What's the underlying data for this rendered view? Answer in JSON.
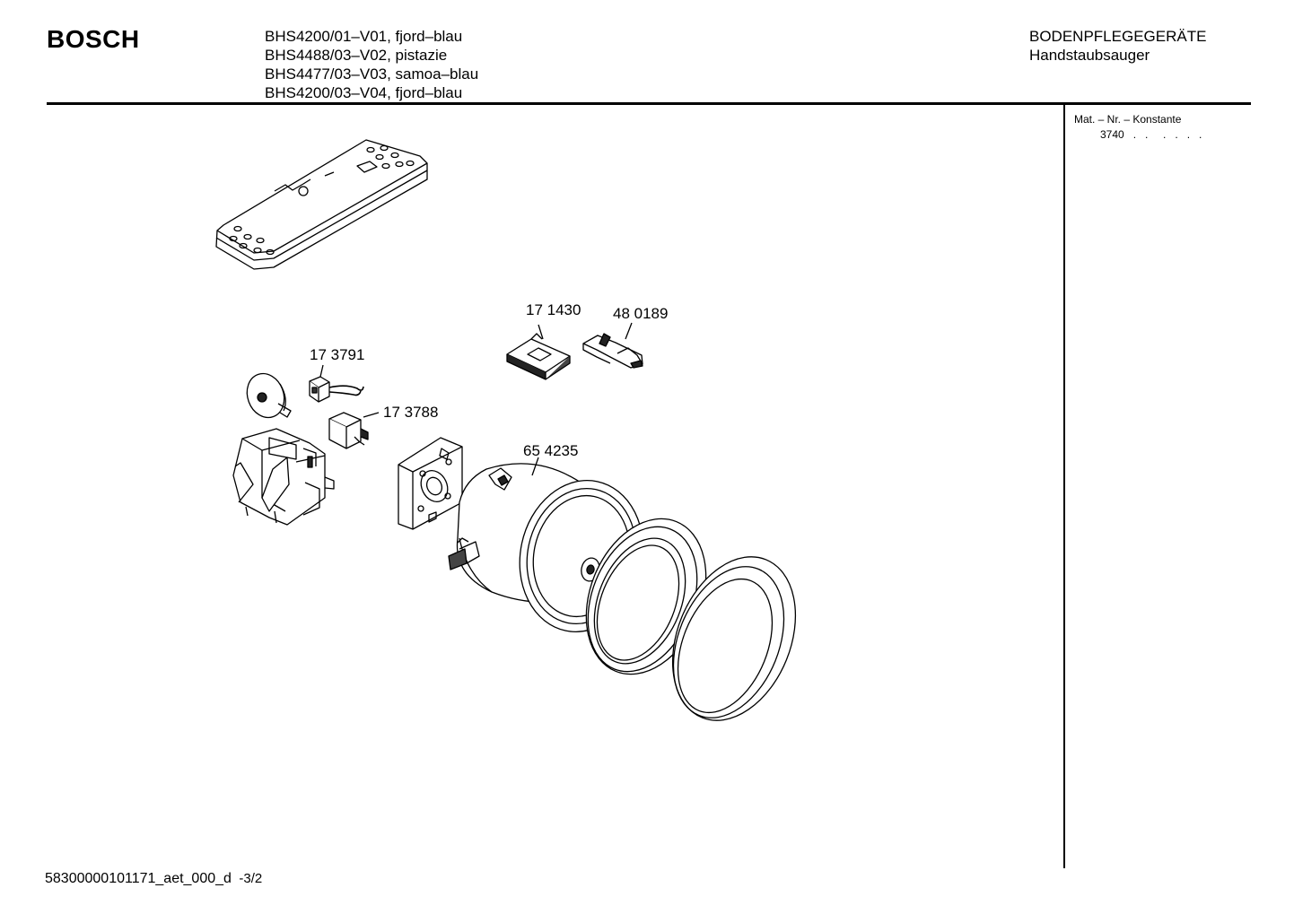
{
  "header": {
    "brand": "BOSCH",
    "models": [
      "BHS4200/01–V01, fjord–blau",
      "BHS4488/03–V02, pistazie",
      "BHS4477/03–V03, samoa–blau",
      "BHS4200/03–V04, fjord–blau"
    ],
    "category": "BODENPFLEGEGERÄTE",
    "subcategory": "Handstaubsauger"
  },
  "sidebar": {
    "mat_label": "Mat. – Nr. – Konstante",
    "mat_value": "3740   .   .     .   .   .   ."
  },
  "parts": [
    {
      "id": "p1",
      "label": "17 1430"
    },
    {
      "id": "p2",
      "label": "48 0189"
    },
    {
      "id": "p3",
      "label": "17 3791"
    },
    {
      "id": "p4",
      "label": "17 3788"
    },
    {
      "id": "p5",
      "label": "65 4235"
    }
  ],
  "footer": {
    "doc_id": "58300000101171_aet_000_d",
    "page": "-3/2"
  }
}
